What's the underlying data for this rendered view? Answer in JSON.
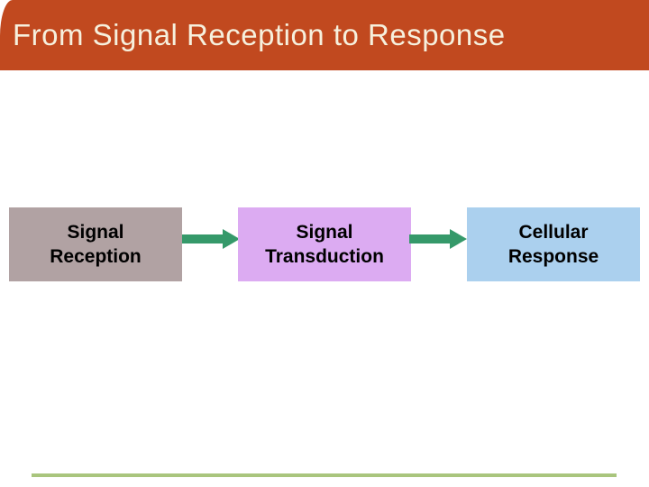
{
  "header": {
    "title": "From Signal Reception to Response"
  },
  "diagram": {
    "boxes": [
      {
        "id": "signal-reception",
        "lines": [
          "Signal",
          "Reception"
        ],
        "bg": "#b1a2a3"
      },
      {
        "id": "signal-transduction",
        "lines": [
          "Signal",
          "Transduction"
        ],
        "bg": "#dcabf2"
      },
      {
        "id": "cellular-response",
        "lines": [
          "Cellular",
          "Response"
        ],
        "bg": "#abd0ee"
      }
    ],
    "arrows": [
      {
        "id": "reception-to-transduction",
        "color": "#35996a"
      },
      {
        "id": "transduction-to-response",
        "color": "#35996a"
      }
    ]
  },
  "footer": {
    "underline_color": "#a9c57d"
  },
  "colors": {
    "header_bg": "#c1491f",
    "title_text": "#f6f0dd",
    "box_text": "#000000",
    "background": "#ffffff"
  }
}
